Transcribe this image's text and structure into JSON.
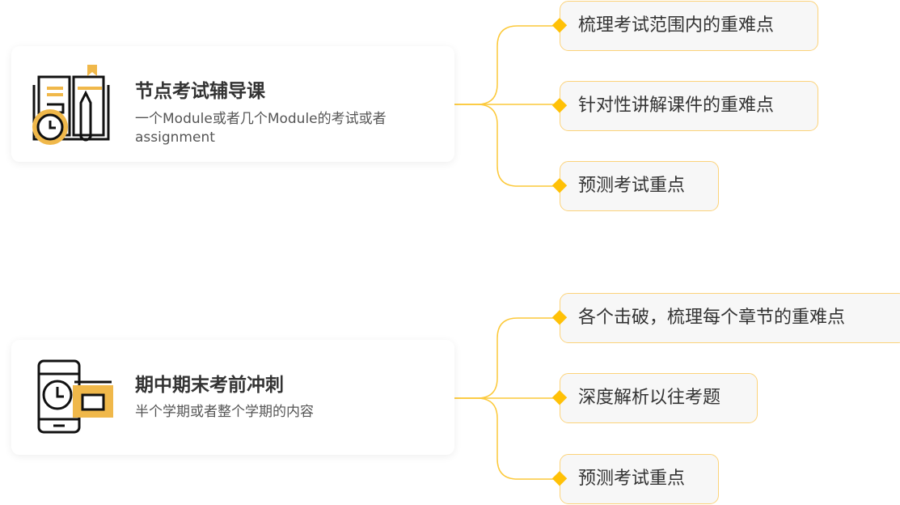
{
  "accent": "#ffc107",
  "groups": [
    {
      "title": "节点考试辅导课",
      "desc": "一个Module或者几个Module的考试或者assignment",
      "icon": "book-clock-icon",
      "items": [
        "梳理考试范围内的重难点",
        "针对性讲解课件的重难点",
        "预测考试重点"
      ]
    },
    {
      "title": "期中期末考前冲刺",
      "desc": "半个学期或者整个学期的内容",
      "icon": "phone-calendar-clock-icon",
      "items": [
        "各个击破，梳理每个章节的重难点",
        "深度解析以往考题",
        "预测考试重点"
      ]
    }
  ]
}
